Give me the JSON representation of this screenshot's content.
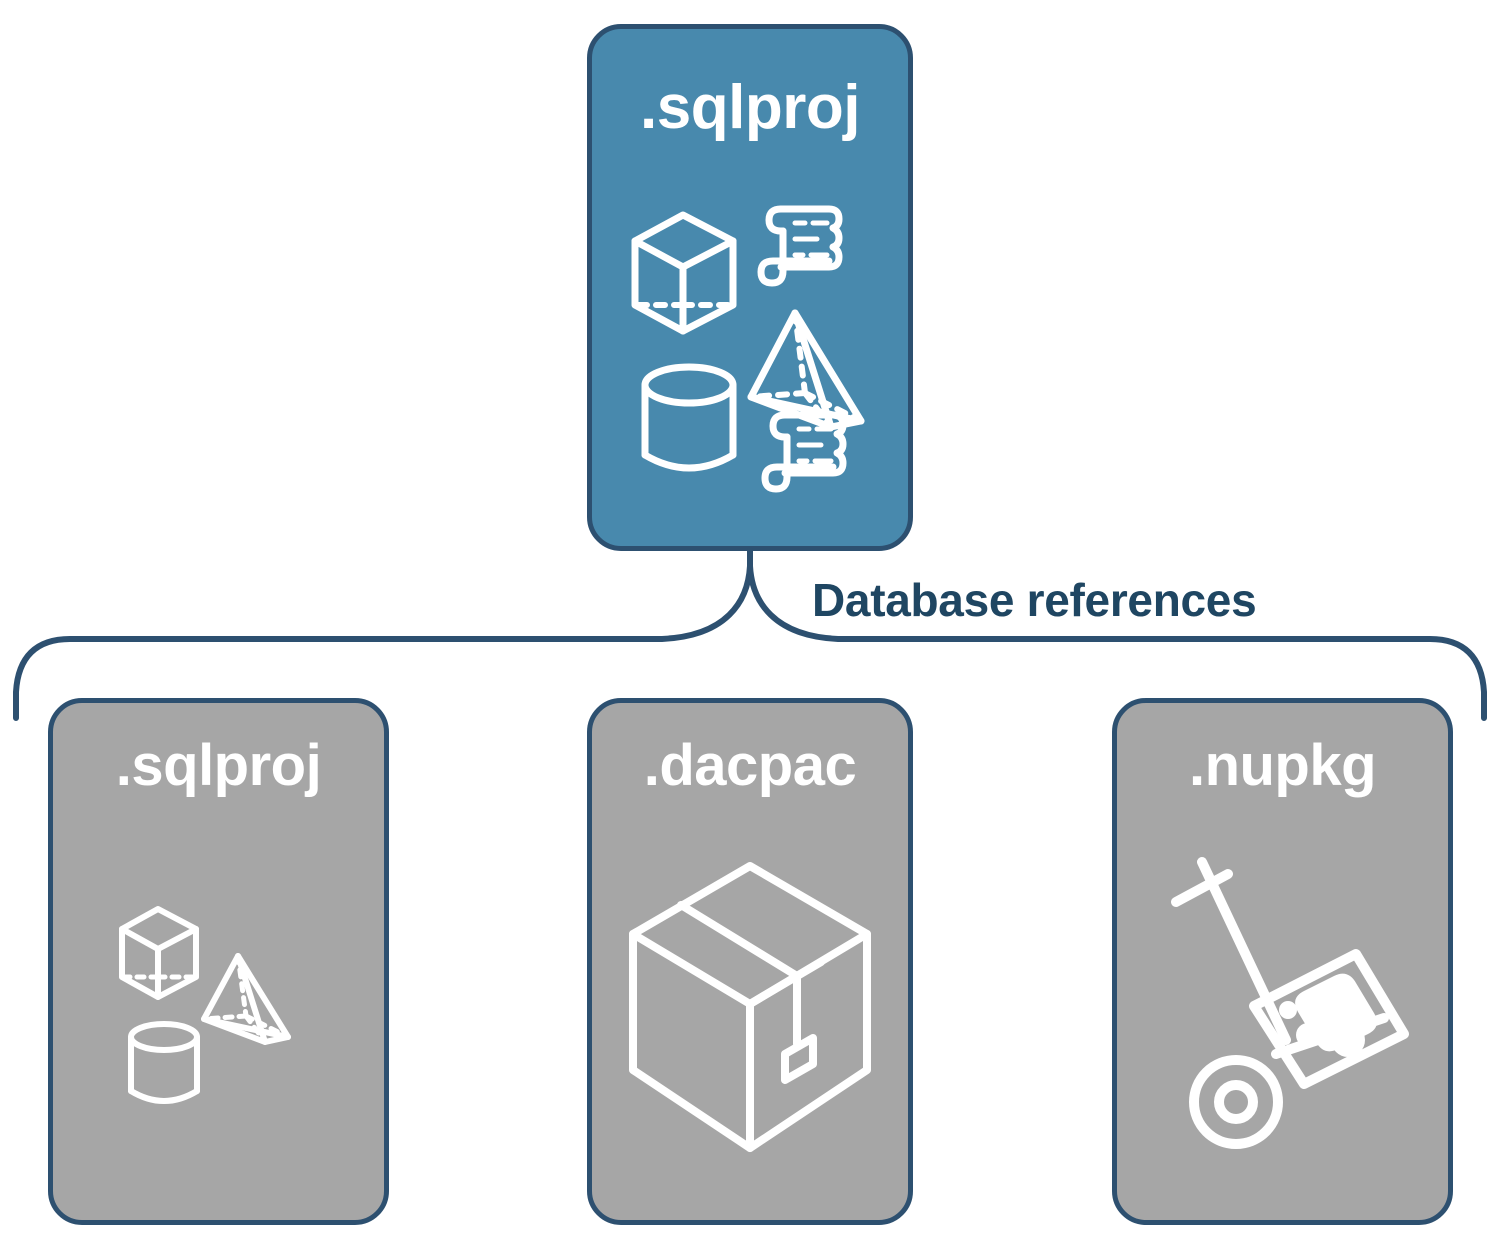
{
  "diagram": {
    "title_label": "Database references",
    "colors": {
      "primary_card_fill": "#4889ad",
      "secondary_card_fill": "#a6a6a6",
      "card_border": "#2d5070",
      "label_text": "#1f4662",
      "icon_stroke": "#ffffff",
      "background": "#ffffff"
    },
    "root": {
      "label": ".sqlproj",
      "fill": "primary",
      "icons": [
        "cube-icon",
        "scroll-icon",
        "pyramid-icon",
        "cylinder-icon",
        "scroll-icon"
      ]
    },
    "references": [
      {
        "label": ".sqlproj",
        "fill": "secondary",
        "icons": [
          "cube-icon",
          "pyramid-icon",
          "cylinder-icon"
        ]
      },
      {
        "label": ".dacpac",
        "fill": "secondary",
        "icons": [
          "package-box-icon"
        ]
      },
      {
        "label": ".nupkg",
        "fill": "secondary",
        "icons": [
          "hand-truck-icon",
          "nuget-package-icon"
        ]
      }
    ]
  }
}
